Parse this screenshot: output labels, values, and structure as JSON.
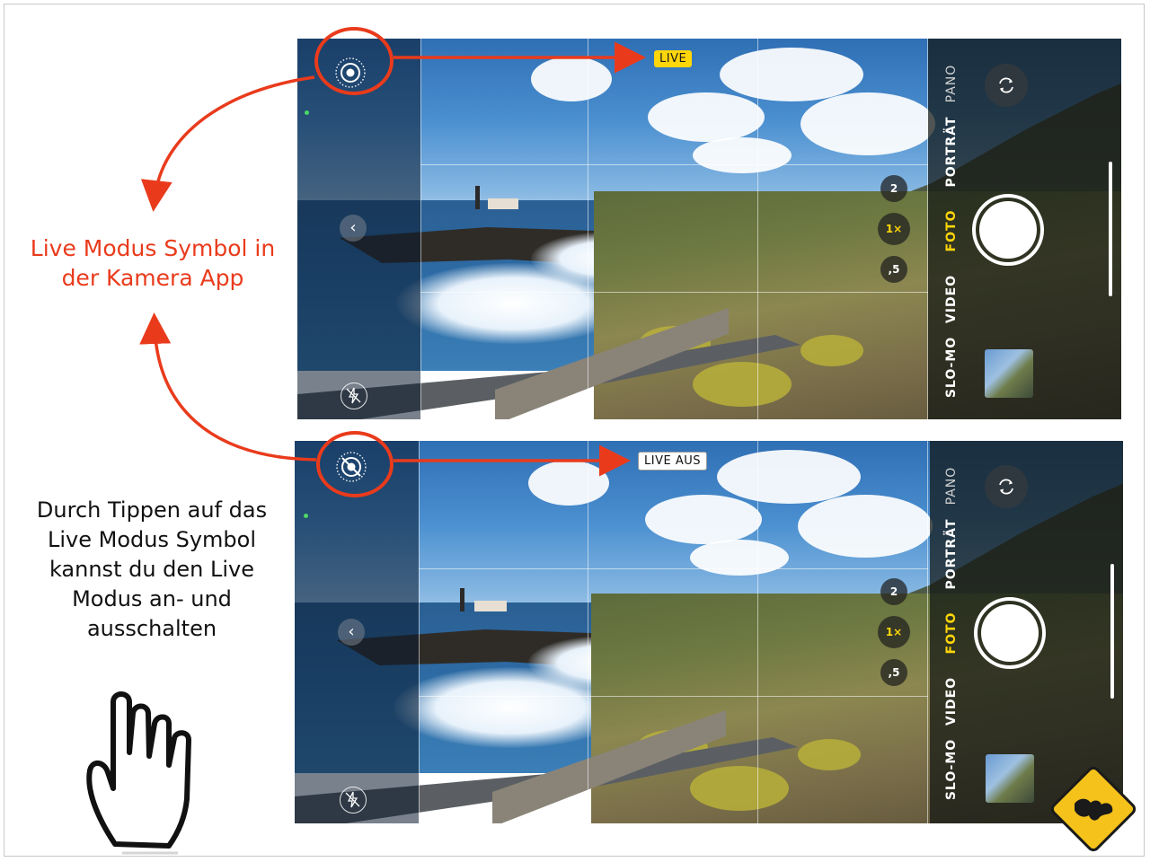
{
  "annotation": {
    "headline": "Live Modus Symbol in der Kamera App",
    "instruction": "Durch Tippen auf das Live Modus Symbol kannst du den Live Modus an- und ausschalten"
  },
  "screen_top": {
    "live_badge": "LIVE",
    "zoom_levels": [
      "2",
      "1×",
      ",5"
    ],
    "modes": [
      "PANO",
      "PORTRÄT",
      "FOTO",
      "VIDEO",
      "SLO-MO"
    ],
    "active_mode": "FOTO",
    "active_zoom": "1×",
    "live_state": "on"
  },
  "screen_bottom": {
    "live_badge": "LIVE AUS",
    "zoom_levels": [
      "2",
      "1×",
      ",5"
    ],
    "modes": [
      "PANO",
      "PORTRÄT",
      "FOTO",
      "VIDEO",
      "SLO-MO"
    ],
    "active_mode": "FOTO",
    "active_zoom": "1×",
    "live_state": "off"
  },
  "colors": {
    "annotation_red": "#e93b1c",
    "live_yellow": "#ffd60a",
    "logo_yellow": "#f5c21b"
  },
  "icons": {
    "live": "live-photo-icon",
    "live_off": "live-photo-off-icon",
    "flash_off": "flash-off-icon",
    "switch_camera": "switch-camera-icon",
    "hand": "pointing-hand-icon",
    "back": "chevron-left-icon"
  }
}
